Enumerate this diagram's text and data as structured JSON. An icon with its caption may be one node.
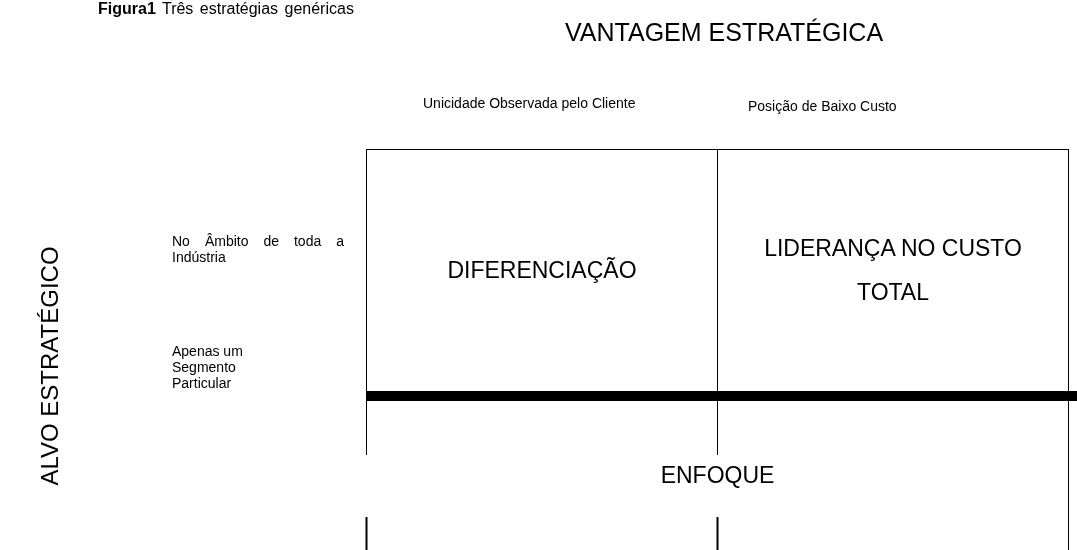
{
  "diagram": {
    "title": "**Figura1** Três estratégias genéricas",
    "nodes": [
      {
        "text": [
          "DIFERENCIAÇÃO"
        ]
      },
      {
        "text": [
          "LIDERANÇA NO CUSTO TOTAL"
        ]
      },
      {
        "text": [
          "ENFOQUE"
        ]
      }
    ],
    "labels": [
      "VANTAGEM ESTRATÉGICA",
      "Unicidade Observada pelo Cliente",
      "Posição de Baixo Custo",
      "ALVO ESTRATÉGICO",
      "No Âmbito de toda a Indústria",
      "Apenas um Segmento Particular"
    ]
  }
}
